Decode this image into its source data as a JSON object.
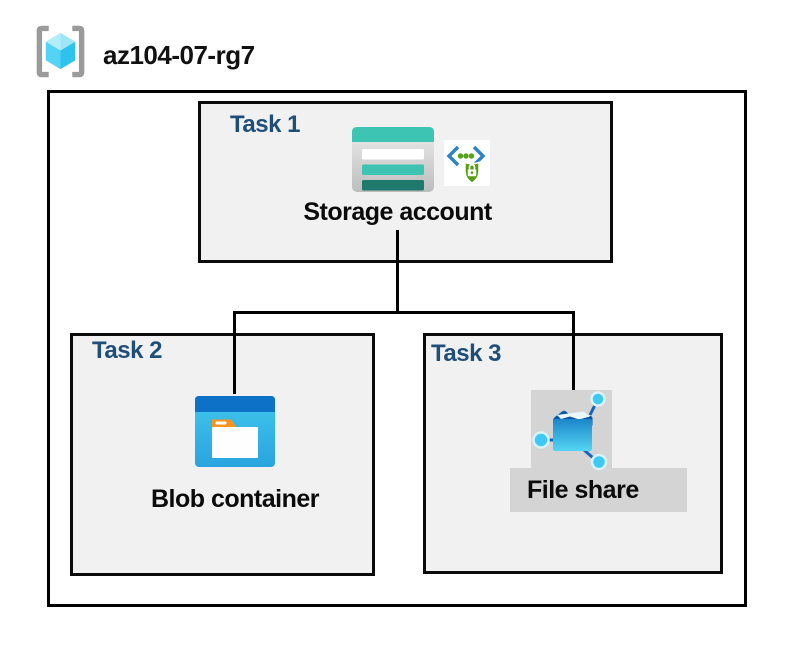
{
  "header": {
    "title": "az104-07-rg7",
    "icon": "resource-group-icon"
  },
  "tasks": [
    {
      "label": "Task 1",
      "node_label": "Storage account",
      "icons": [
        "storage-account-icon",
        "sas-security-icon"
      ],
      "highlighted": false
    },
    {
      "label": "Task 2",
      "node_label": "Blob container",
      "icons": [
        "blob-container-icon"
      ],
      "highlighted": false
    },
    {
      "label": "Task 3",
      "node_label": "File share",
      "icons": [
        "file-share-icon"
      ],
      "highlighted": true
    }
  ],
  "connectors": {
    "from": "Storage account",
    "to": [
      "Blob container",
      "File share"
    ]
  },
  "colors": {
    "task_label": "#1F4E79",
    "box_fill": "#F1F1F1",
    "highlight_fill": "#D4D4D4",
    "border": "#000000",
    "storage_teal": "#3EC4B2",
    "storage_teal_dark": "#1F7A6D",
    "blob_top_blue": "#0E71C8",
    "blob_cyan": "#35B8E6",
    "folder_orange": "#F79520",
    "fileshare_navy": "#0A58AA",
    "fileshare_blue": "#1B86C9",
    "node_cyan": "#3DC9F3",
    "sas_green": "#55A012",
    "sas_blue": "#2C84C4",
    "rg_cube_light": "#B2EDFA",
    "rg_cube_mid": "#55D3F4",
    "rg_cube_dark": "#2EC3EF",
    "rg_bracket_gray": "#9B9B9B"
  }
}
